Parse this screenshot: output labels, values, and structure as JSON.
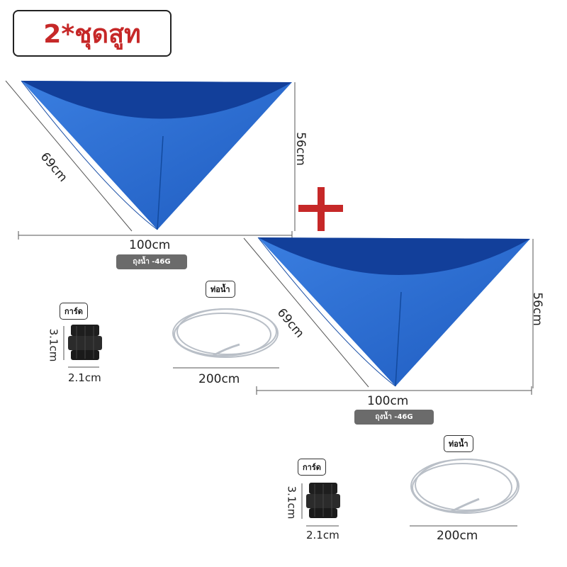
{
  "title": "2*ชุดสูท",
  "set_a": {
    "side_length": "69cm",
    "height": "56cm",
    "width": "100cm",
    "bag_badge": "ถุงน้ำ -46G",
    "pipe_tag": "ท่อน้ำ",
    "pipe_length": "200cm",
    "gland_tag": "การ์ด",
    "gland_height": "3.1cm",
    "gland_width": "2.1cm"
  },
  "set_b": {
    "side_length": "69cm",
    "height": "56cm",
    "width": "100cm",
    "bag_badge": "ถุงน้ำ -46G",
    "pipe_tag": "ท่อน้ำ",
    "pipe_length": "200cm",
    "gland_tag": "การ์ด",
    "gland_height": "3.1cm",
    "gland_width": "2.1cm"
  },
  "colors": {
    "bag_blue": "#2f6fd0",
    "bag_dark": "#123f9a",
    "accent_red": "#c62828"
  }
}
